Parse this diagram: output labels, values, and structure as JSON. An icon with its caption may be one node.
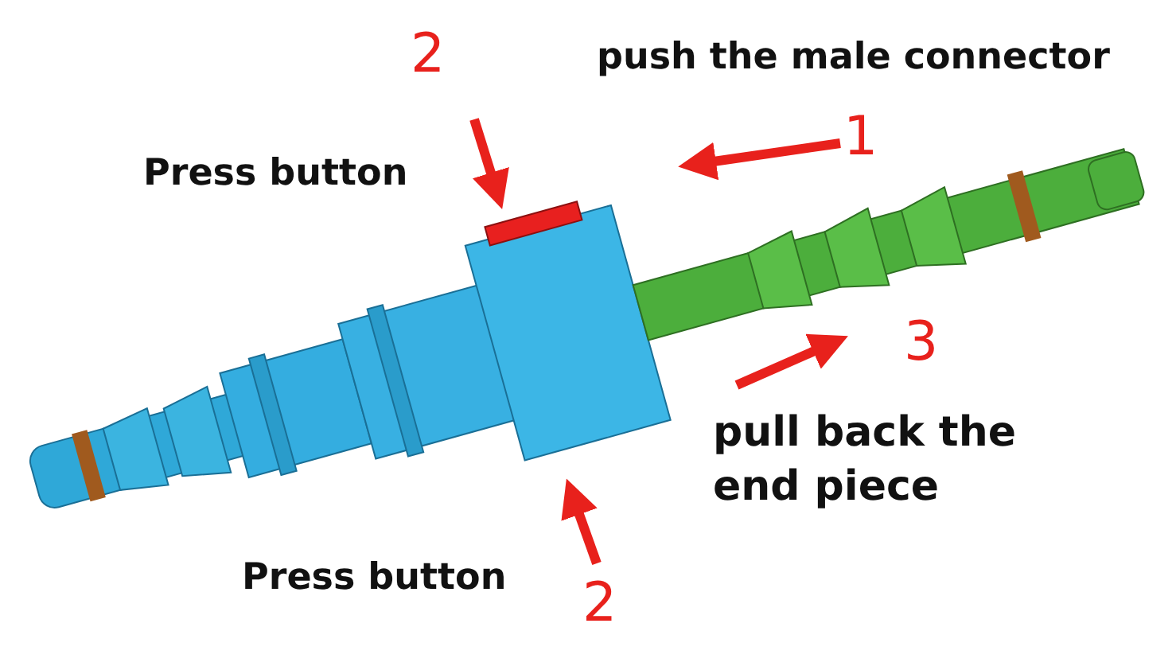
{
  "diagram": {
    "labels": [
      "2",
      "push the male connector",
      "1",
      "Press button",
      "3",
      "pull back the end piece",
      "Press button",
      "2"
    ]
  }
}
